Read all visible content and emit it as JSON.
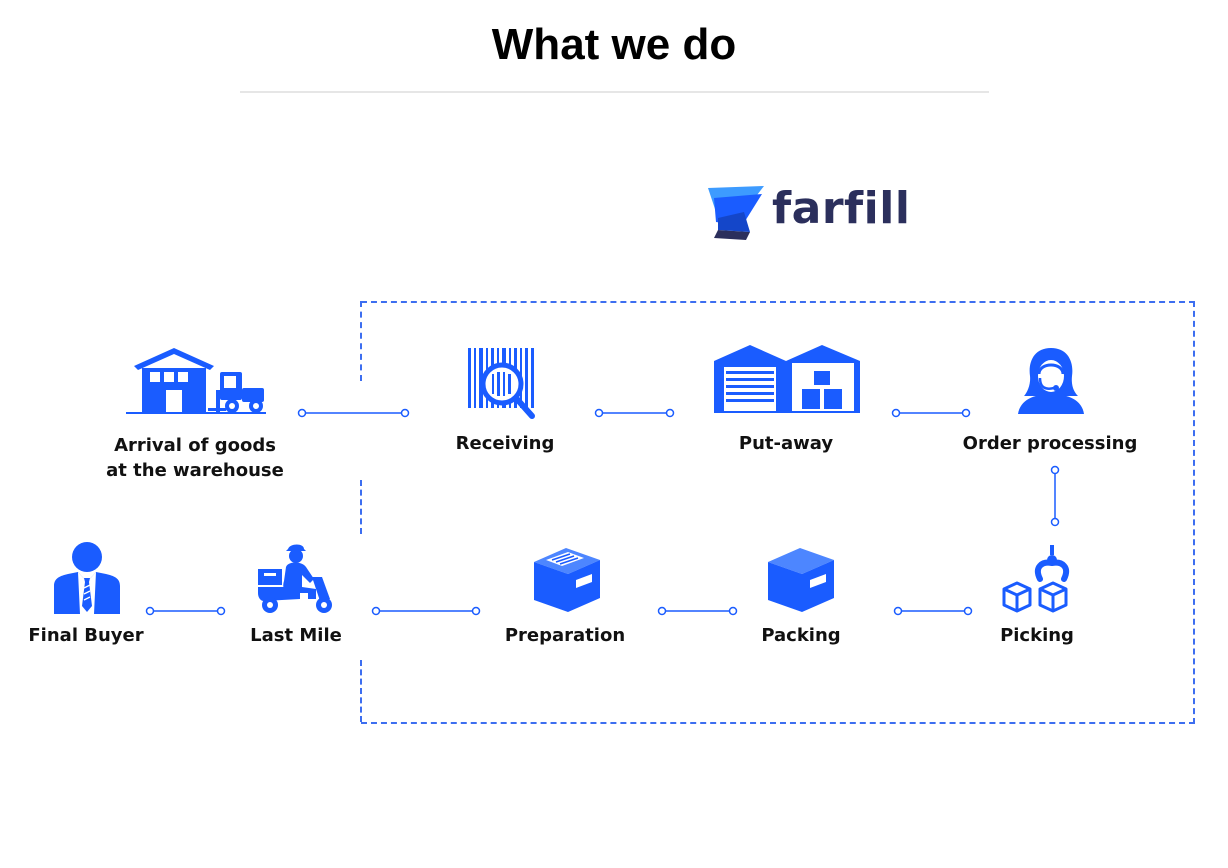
{
  "title": "What we do",
  "logo": {
    "text": "farfill",
    "icon": "farfill-logo-icon"
  },
  "colors": {
    "accent": "#1a5cff",
    "dark": "#2b2f5c",
    "dashed": "#3d6ef0"
  },
  "steps": [
    {
      "id": "arrival",
      "label": "Arrival of goods\nat the warehouse",
      "icon": "warehouse-forklift-icon"
    },
    {
      "id": "receiving",
      "label": "Receiving",
      "icon": "barcode-magnifier-icon"
    },
    {
      "id": "putaway",
      "label": "Put-away",
      "icon": "storage-building-icon"
    },
    {
      "id": "order",
      "label": "Order processing",
      "icon": "operator-headset-icon"
    },
    {
      "id": "picking",
      "label": "Picking",
      "icon": "robotic-claw-boxes-icon"
    },
    {
      "id": "packing",
      "label": "Packing",
      "icon": "closed-box-icon"
    },
    {
      "id": "preparation",
      "label": "Preparation",
      "icon": "labeled-box-icon"
    },
    {
      "id": "lastmile",
      "label": "Last Mile",
      "icon": "delivery-scooter-icon"
    },
    {
      "id": "buyer",
      "label": "Final Buyer",
      "icon": "businessman-icon"
    }
  ]
}
